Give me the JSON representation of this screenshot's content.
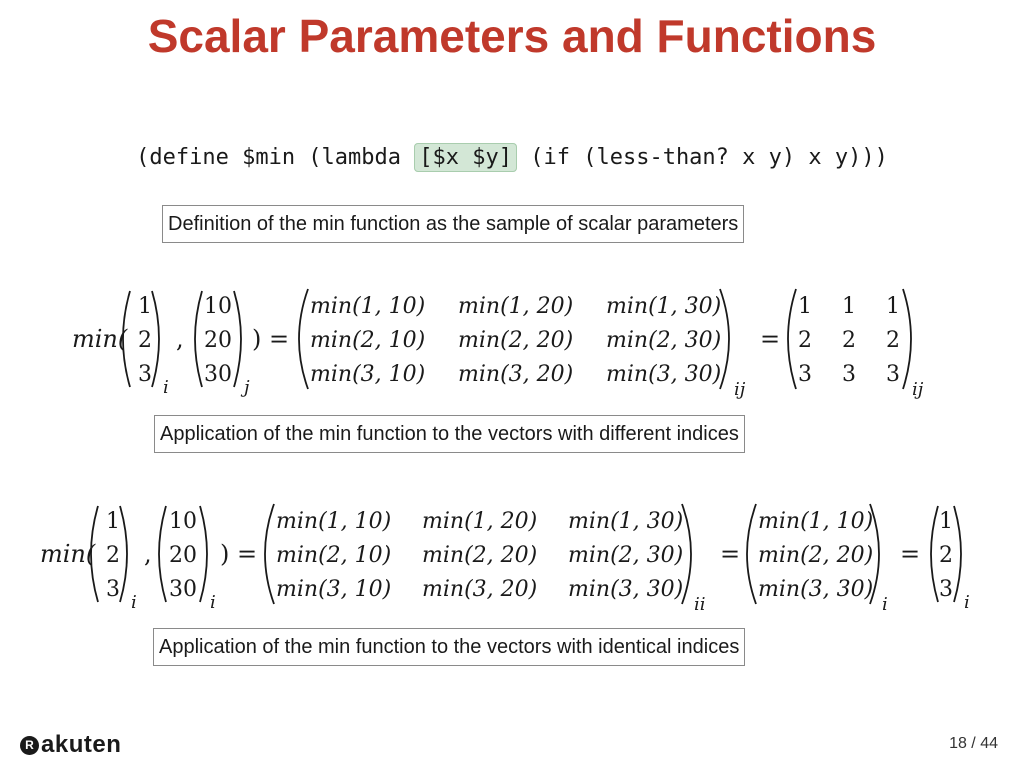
{
  "slide": {
    "title": "Scalar Parameters and Functions",
    "code": {
      "before": "(define $min (lambda ",
      "highlight": "[$x $y]",
      "after": " (if (less-than? x y) x y)))"
    },
    "captions": {
      "definition": "Definition of the min function as the sample of scalar parameters",
      "different_indices": "Application of the min function to the vectors with different indices",
      "identical_indices": "Application of the min function to the vectors with identical indices"
    },
    "equation1": {
      "func": "min(",
      "vec_a": [
        "1",
        "2",
        "3"
      ],
      "vec_a_index": "i",
      "comma": ",",
      "vec_b": [
        "10",
        "20",
        "30"
      ],
      "vec_b_index": "j",
      "close_eq": ") =",
      "matrix": [
        [
          "min(1, 10)",
          "min(1, 20)",
          "min(1, 30)"
        ],
        [
          "min(2, 10)",
          "min(2, 20)",
          "min(2, 30)"
        ],
        [
          "min(3, 10)",
          "min(3, 20)",
          "min(3, 30)"
        ]
      ],
      "matrix_index": "ij",
      "equals": "=",
      "result": [
        [
          "1",
          "1",
          "1"
        ],
        [
          "2",
          "2",
          "2"
        ],
        [
          "3",
          "3",
          "3"
        ]
      ],
      "result_index": "ij"
    },
    "equation2": {
      "func": "min(",
      "vec_a": [
        "1",
        "2",
        "3"
      ],
      "vec_a_index": "i",
      "comma": ",",
      "vec_b": [
        "10",
        "20",
        "30"
      ],
      "vec_b_index": "i",
      "close_eq": ") =",
      "matrix": [
        [
          "min(1, 10)",
          "min(1, 20)",
          "min(1, 30)"
        ],
        [
          "min(2, 10)",
          "min(2, 20)",
          "min(2, 30)"
        ],
        [
          "min(3, 10)",
          "min(3, 20)",
          "min(3, 30)"
        ]
      ],
      "matrix_index": "ii",
      "equals1": "=",
      "diagonal": [
        "min(1, 10)",
        "min(2, 20)",
        "min(3, 30)"
      ],
      "diagonal_index": "i",
      "equals2": "=",
      "result": [
        "1",
        "2",
        "3"
      ],
      "result_index": "i"
    },
    "footer": {
      "logo_mark": "R",
      "logo_text": "akuten",
      "page": "18 / 44"
    }
  }
}
